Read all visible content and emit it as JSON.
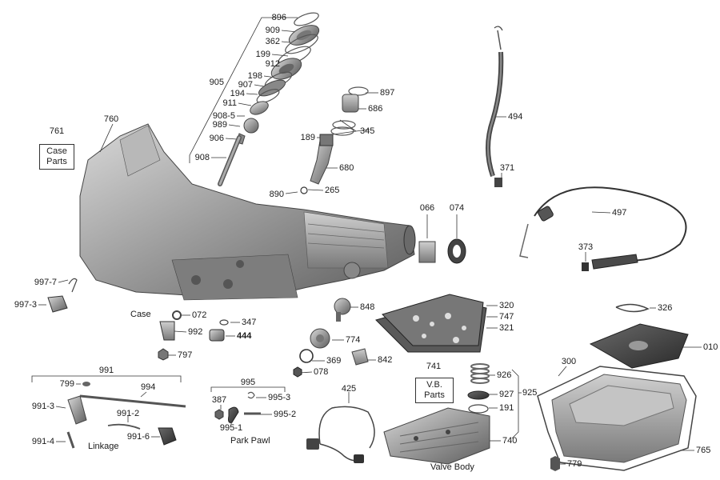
{
  "labels": {
    "l896": "896",
    "l909": "909",
    "l362": "362",
    "l199": "199",
    "l912": "912",
    "l198": "198",
    "l907": "907",
    "l194": "194",
    "l911": "911",
    "l908_5": "908-5",
    "l989": "989",
    "l906": "906",
    "l908": "908",
    "l905": "905",
    "l897": "897",
    "l686": "686",
    "l345": "345",
    "l189": "189",
    "l680": "680",
    "l890": "890",
    "l265": "265",
    "l494": "494",
    "l371": "371",
    "l497": "497",
    "l373": "373",
    "l066": "066",
    "l074": "074",
    "l760": "760",
    "l761": "761",
    "l997_7": "997-7",
    "l997_3": "997-3",
    "l072": "072",
    "l992": "992",
    "l797": "797",
    "l347": "347",
    "l444": "444",
    "l848": "848",
    "l774": "774",
    "l369": "369",
    "l842": "842",
    "l078": "078",
    "l320": "320",
    "l747": "747",
    "l321": "321",
    "l326": "326",
    "l010": "010",
    "l300": "300",
    "l765": "765",
    "l779": "779",
    "l741": "741",
    "l926": "926",
    "l927": "927",
    "l191": "191",
    "l925": "925",
    "l425": "425",
    "l740": "740",
    "l991": "991",
    "l799": "799",
    "l994": "994",
    "l991_3": "991-3",
    "l991_2": "991-2",
    "l991_6": "991-6",
    "l991_4": "991-4",
    "l995": "995",
    "l387": "387",
    "l995_3": "995-3",
    "l995_1": "995-1",
    "l995_2": "995-2"
  },
  "boxes": {
    "case_parts": "Case Parts",
    "vb_parts": "V.B. Parts"
  },
  "captions": {
    "case": "Case",
    "linkage": "Linkage",
    "park_pawl": "Park Pawl",
    "valve_body": "Valve Body"
  }
}
